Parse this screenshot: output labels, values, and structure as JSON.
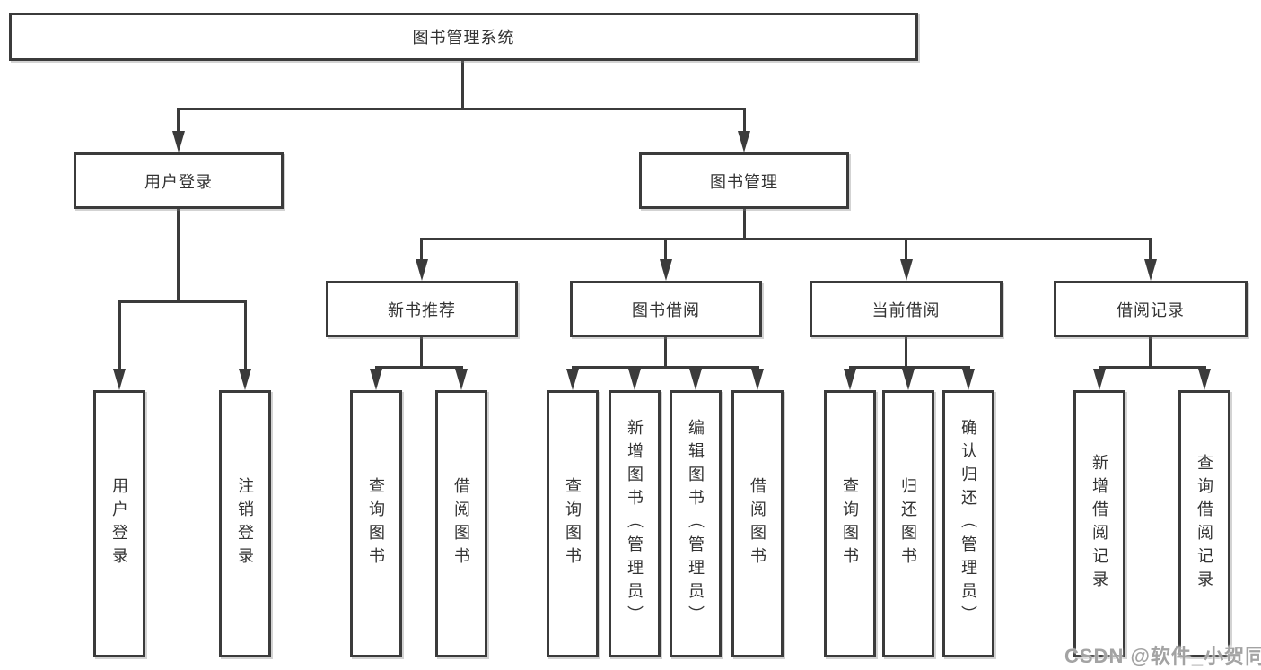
{
  "diagram": {
    "tree": {
      "label": "图书管理系统",
      "children": [
        {
          "label": "用户登录",
          "children": [
            {
              "label": "用户登录"
            },
            {
              "label": "注销登录"
            }
          ]
        },
        {
          "label": "图书管理",
          "children": [
            {
              "label": "新书推荐",
              "children": [
                {
                  "label": "查询图书"
                },
                {
                  "label": "借阅图书"
                }
              ]
            },
            {
              "label": "图书借阅",
              "children": [
                {
                  "label": "查询图书"
                },
                {
                  "label": "新增图书（管理员）"
                },
                {
                  "label": "编辑图书（管理员）"
                },
                {
                  "label": "借阅图书"
                }
              ]
            },
            {
              "label": "当前借阅",
              "children": [
                {
                  "label": "查询图书"
                },
                {
                  "label": "归还图书"
                },
                {
                  "label": "确认归还（管理员）"
                }
              ]
            },
            {
              "label": "借阅记录",
              "children": [
                {
                  "label": "新增借阅记录"
                },
                {
                  "label": "查询借阅记录"
                }
              ]
            }
          ]
        }
      ]
    },
    "colors": {
      "line": "#3b3b3b",
      "text": "#333333",
      "background": "#ffffff",
      "watermark": "#a3a3a3"
    }
  },
  "watermark": {
    "text": "CSDN @软件_小贺同学"
  }
}
